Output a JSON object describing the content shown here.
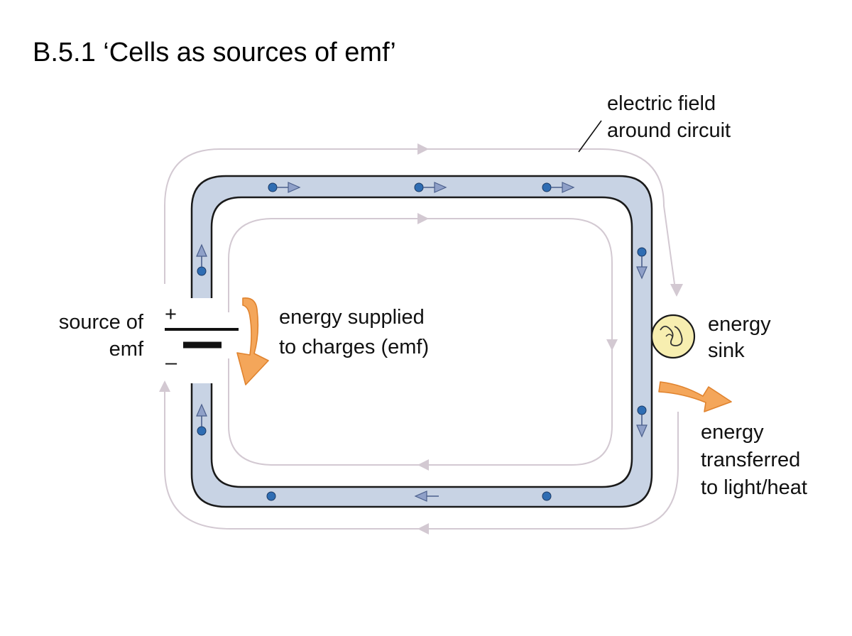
{
  "title": "B.5.1 ‘Cells as sources of emf’",
  "labels": {
    "field_line1": "electric field",
    "field_line2": "around circuit",
    "source_line1": "source of",
    "source_line2": "emf",
    "supplied_line1": "energy supplied",
    "supplied_line2": "to charges (emf)",
    "sink_line1": "energy",
    "sink_line2": "sink",
    "transferred_line1": "energy",
    "transferred_line2": "transferred",
    "transferred_line3": "to light/heat",
    "plus": "+",
    "minus": "–"
  },
  "colors": {
    "wire_fill": "#c8d3e4",
    "wire_stroke": "#1a1a1a",
    "charge": "#2f6db3",
    "charge_arrow": "#4b5f8c",
    "field_line": "#d3c9d2",
    "energy_arrow": "#f4a65a",
    "energy_arrow_edge": "#e0832e",
    "bulb_fill": "#f7eeb0"
  },
  "icons": {
    "cell": "battery-cell-symbol",
    "bulb": "light-bulb-icon",
    "charge": "charge-dot-icon"
  }
}
